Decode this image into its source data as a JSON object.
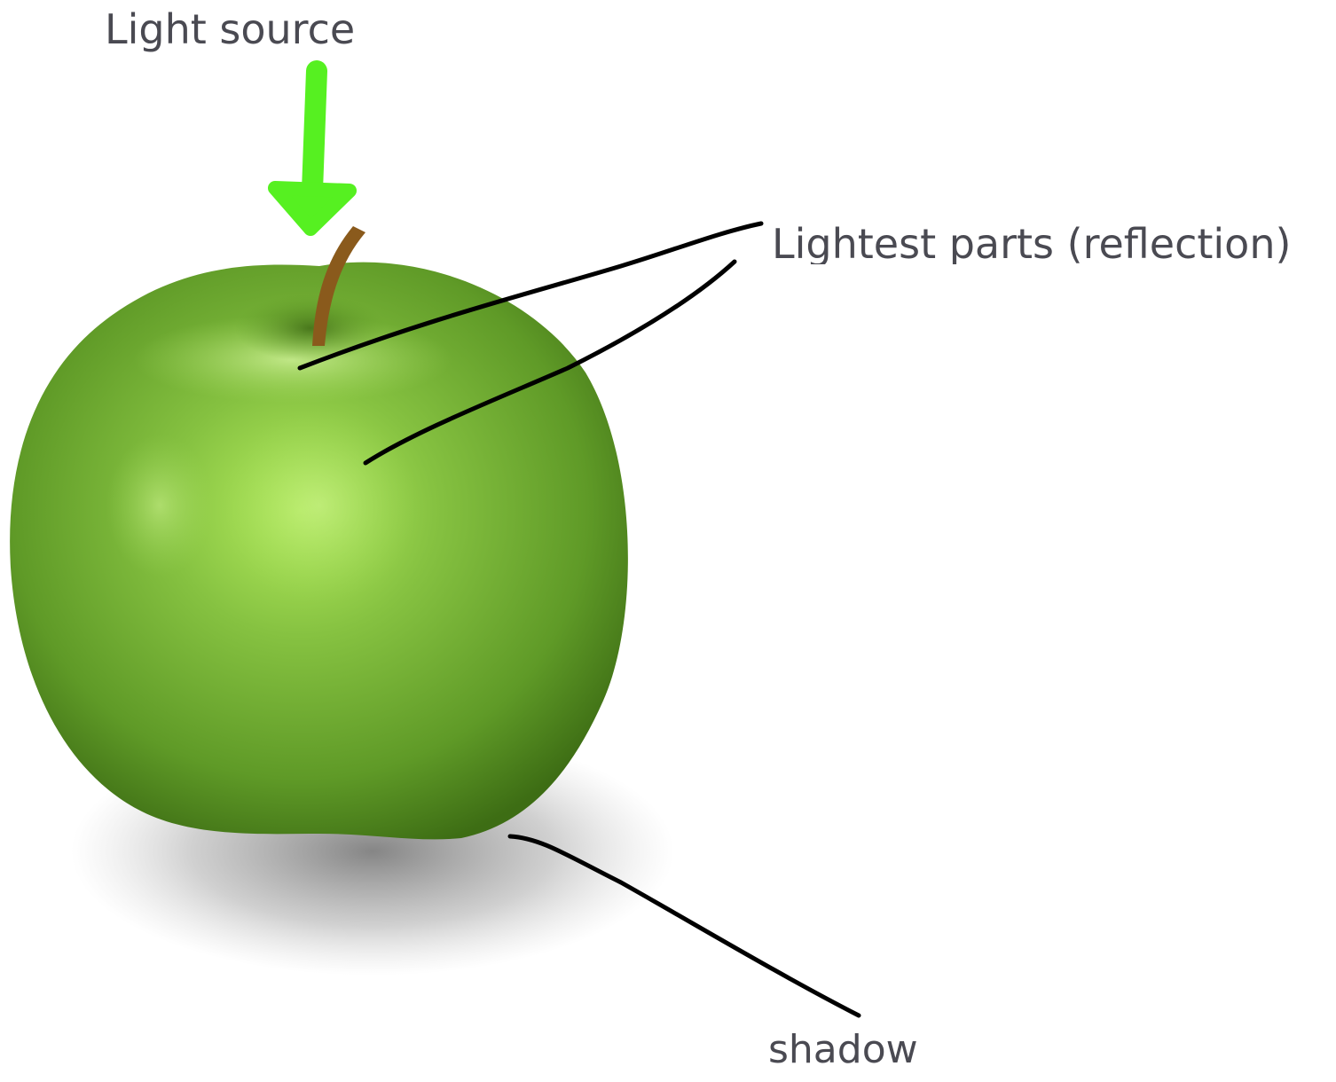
{
  "labels": {
    "light_source": "Light source",
    "lightest_parts": "Lightest parts (reflection)",
    "shadow": "shadow"
  },
  "colors": {
    "apple_light": "#b4ec5e",
    "apple_mid": "#6fa831",
    "apple_dark": "#3d6d14",
    "arrow": "#56f021",
    "stem": "#8a5a1c",
    "annotation_line": "#000000",
    "label_text": "#4a4a52"
  }
}
